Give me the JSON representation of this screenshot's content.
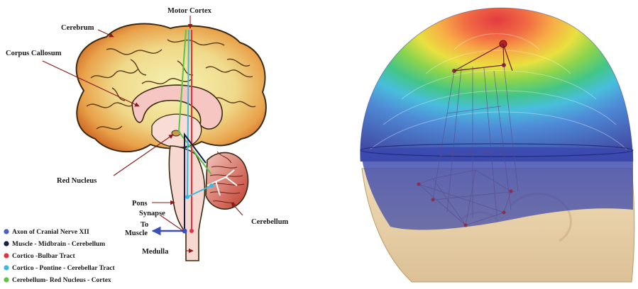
{
  "brain_diagram": {
    "labels": {
      "motor_cortex": "Motor Cortex",
      "cerebrum": "Cerebrum",
      "corpus_callosum": "Corpus Callosum",
      "red_nucleus": "Red Nucleus",
      "pons": "Pons",
      "synapse": "Synapse",
      "to_muscle_1": "To",
      "to_muscle_2": "Muscle",
      "medulla": "Medulla",
      "cerebellum": "Cerebellum"
    },
    "legend": [
      {
        "label": "Axon of Cranial Nerve  XII",
        "color": "#4a5fc4"
      },
      {
        "label": "Muscle - Midbrain - Cerebellum",
        "color": "#141e4a"
      },
      {
        "label": "Cortico -Bulbar Tract",
        "color": "#e0333f"
      },
      {
        "label": "Cortico - Pontine - Cerebellar Tract",
        "color": "#3bb9e3"
      },
      {
        "label": "Cerebellum- Red Nucleus - Cortex",
        "color": "#5fc246"
      }
    ]
  },
  "head_model": {
    "colors": {
      "skin": "#e8cfa6",
      "peak": "#d92a2a",
      "base": "#2d3a9c"
    }
  }
}
